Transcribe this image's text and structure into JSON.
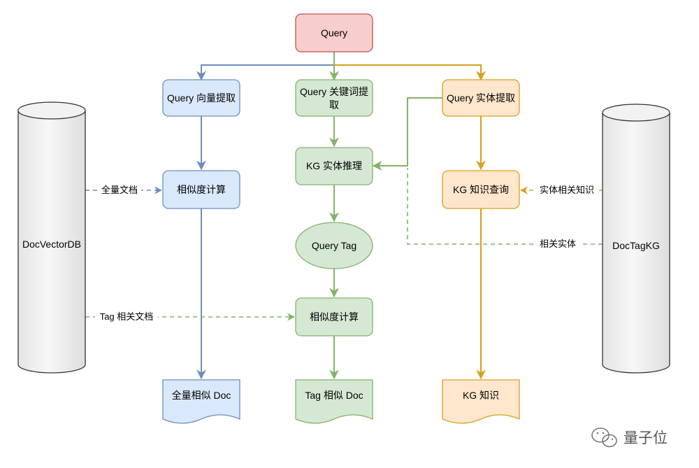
{
  "colors": {
    "blue_line": "#6c8ebf",
    "green_line": "#82b366",
    "orange_line": "#d6a01e",
    "red_fill": "#f8cecc",
    "red_stroke": "#b85450",
    "blue_fill": "#dae8fc",
    "green_fill": "#d5e8d4",
    "orange_fill": "#ffe6cc",
    "gray_fill": "#f0f0f0",
    "gray_stroke": "#333333"
  },
  "nodes": {
    "query": "Query",
    "vec_extract": "Query 向量提取",
    "kw_extract_line1": "Query 关键词提",
    "kw_extract_line2": "取",
    "ent_extract": "Query 实体提取",
    "sim_calc_left": "相似度计算",
    "kg_reason": "KG 实体推理",
    "kg_query": "KG 知识查询",
    "query_tag": "Query Tag",
    "sim_calc_mid": "相似度计算",
    "doc_full": "全量相似 Doc",
    "doc_tag": "Tag 相似 Doc",
    "doc_kg": "KG 知识",
    "db_vector": "DocVectorDB",
    "db_tagkg": "DocTagKG"
  },
  "edge_labels": {
    "all_docs": "全量文档",
    "tag_docs": "Tag 相关文档",
    "entity_knowledge": "实体相关知识",
    "related_entities": "相关实体"
  },
  "watermark": {
    "text": "量子位",
    "icon": "wechat-icon"
  }
}
